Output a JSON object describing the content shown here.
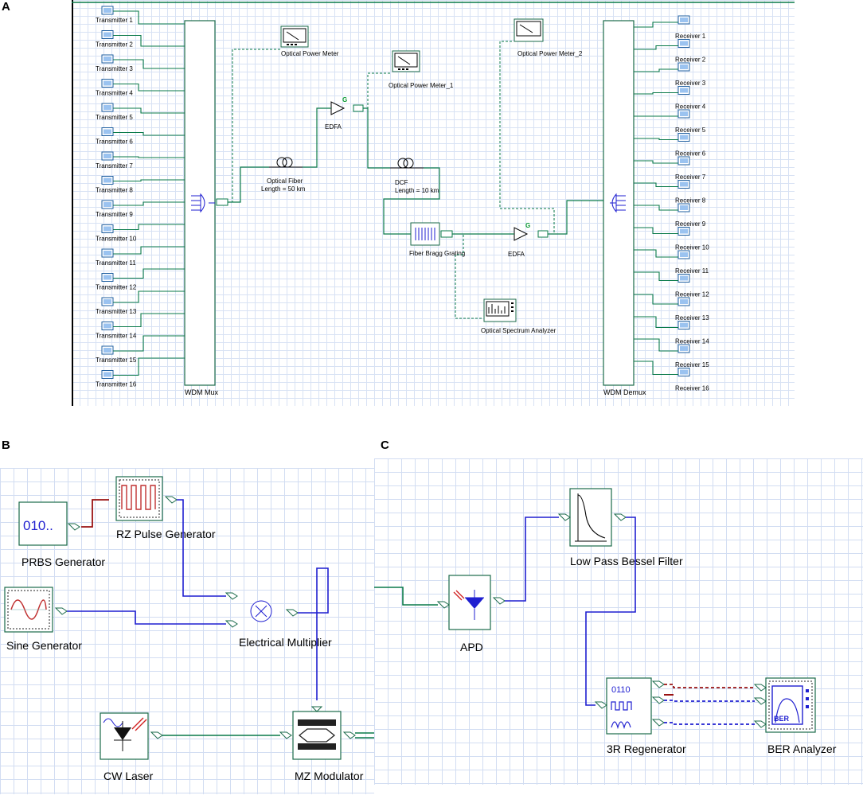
{
  "panels": {
    "a": "A",
    "b": "B",
    "c": "C"
  },
  "colors": {
    "optical": "#0a7a4a",
    "electrical": "#1f1fd0",
    "red_signal": "#9a1212",
    "block_border": "#1a6a4a",
    "grid": "#d8e2f4"
  },
  "panel_a": {
    "transmitters": [
      "Transmitter 1",
      "Transmitter 2",
      "Transmitter 3",
      "Transmitter 4",
      "Transmitter 5",
      "Transmitter 6",
      "Transmitter 7",
      "Transmitter 8",
      "Transmitter 9",
      "Transmitter 10",
      "Transmitter 11",
      "Transmitter 12",
      "Transmitter 13",
      "Transmitter 14",
      "Transmitter 15",
      "Transmitter 16"
    ],
    "receivers": [
      "Receiver 1",
      "Receiver 2",
      "Receiver 3",
      "Receiver 4",
      "Receiver 5",
      "Receiver 6",
      "Receiver 7",
      "Receiver 8",
      "Receiver 9",
      "Receiver 10",
      "Receiver 11",
      "Receiver 12",
      "Receiver 13",
      "Receiver 14",
      "Receiver 15",
      "Receiver 16"
    ],
    "mux_label": "WDM Mux",
    "demux_label": "WDM Demux",
    "power_meter": "Optical Power Meter",
    "power_meter_1": "Optical Power Meter_1",
    "power_meter_2": "Optical Power Meter_2",
    "fiber_label": "Optical Fiber",
    "fiber_length": "Length = 50 km",
    "edfa": "EDFA",
    "edfa_2": "EDFA",
    "dcf_label": "DCF",
    "dcf_length": "Length = 10 km",
    "fbg": "Fiber Bragg Grating",
    "osa": "Optical Spectrum Analyzer",
    "gain_symbol": "G"
  },
  "panel_b": {
    "prbs": "PRBS Generator",
    "prbs_glyph": "010..",
    "rz": "RZ Pulse Generator",
    "sine": "Sine Generator",
    "multiplier": "Electrical Multiplier",
    "laser": "CW Laser",
    "mz": "MZ Modulator"
  },
  "panel_c": {
    "apd": "APD",
    "filter": "Low Pass Bessel Filter",
    "regen": "3R Regenerator",
    "regen_glyph": "0110",
    "ber": "BER Analyzer",
    "ber_glyph": "BER"
  }
}
